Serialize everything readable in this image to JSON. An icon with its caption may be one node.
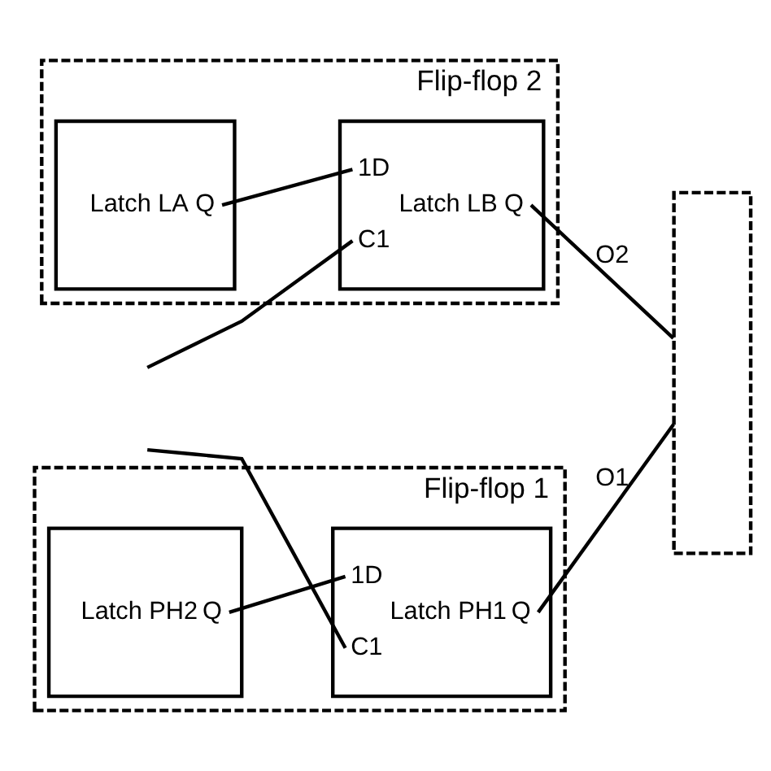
{
  "diagram": {
    "nodes": [
      {
        "text": [
          "Flip-flop 2"
        ]
      },
      {
        "text": [
          "Latch LA",
          "Q"
        ],
        "in": 0
      },
      {
        "text": [
          "Latch LB",
          "1D",
          "C1",
          "Q"
        ],
        "in": 0
      },
      {
        "text": [
          "Flip-flop 1"
        ]
      },
      {
        "text": [
          "Latch PH2",
          "Q"
        ],
        "in": 3
      },
      {
        "text": [
          "Latch PH1",
          "1D",
          "C1",
          "Q"
        ],
        "in": 3
      },
      {
        "text": [],
        "shape": "box"
      }
    ],
    "edges": [
      {
        "from": 1,
        "to": 2,
        "arrow": "none"
      },
      {
        "from": null,
        "to": 2,
        "arrow": "none"
      },
      {
        "from": 2,
        "to": 6,
        "label": "O2",
        "arrow": "none"
      },
      {
        "from": 4,
        "to": 5,
        "arrow": "none"
      },
      {
        "from": null,
        "to": 5,
        "arrow": "none"
      },
      {
        "from": 5,
        "to": 6,
        "label": "O1",
        "arrow": "none"
      }
    ]
  }
}
